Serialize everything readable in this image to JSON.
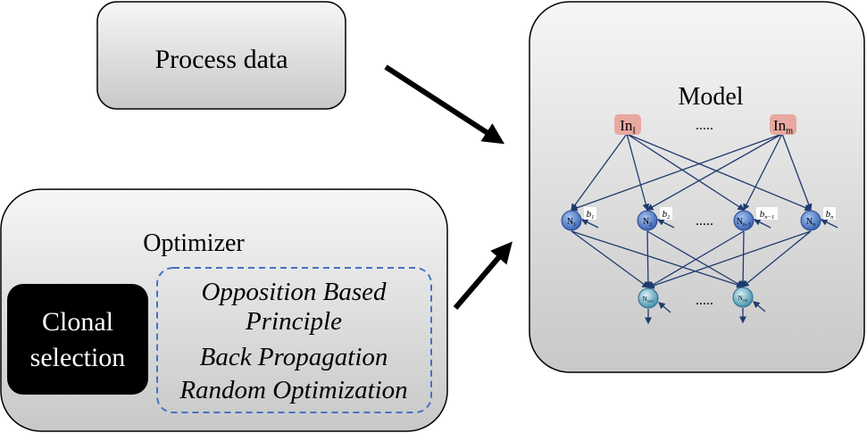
{
  "process_box": {
    "label": "Process data"
  },
  "model_box": {
    "label": "Model",
    "inputs": [
      {
        "main": "In",
        "sub": "I"
      },
      {
        "main": "In",
        "sub": "m"
      }
    ],
    "hidden": [
      {
        "main": "N",
        "sub": "1",
        "bias_main": "b",
        "bias_sub": "1"
      },
      {
        "main": "N",
        "sub": "2",
        "bias_main": "b",
        "bias_sub": "2"
      },
      {
        "main": "N",
        "sub": "n−1",
        "bias_main": "b",
        "bias_sub": "n−1"
      },
      {
        "main": "N",
        "sub": "n",
        "bias_main": "b",
        "bias_sub": "n"
      }
    ],
    "outputs": [
      {
        "main": "N",
        "sub": "out1"
      },
      {
        "main": "N",
        "sub": "out"
      }
    ],
    "ellipsis": "....."
  },
  "optimizer_box": {
    "label": "Optimizer",
    "clonal": [
      "Clonal",
      "selection"
    ],
    "methods": [
      "Opposition Based",
      "Principle",
      "Back Propagation",
      "Random Optimization"
    ]
  },
  "colors": {
    "input_node": "#e8a8a0",
    "hidden_node": "#4a78c8",
    "output_node": "#4fa8b8",
    "edge": "#1f3a6e",
    "dashed": "#4472c4"
  }
}
